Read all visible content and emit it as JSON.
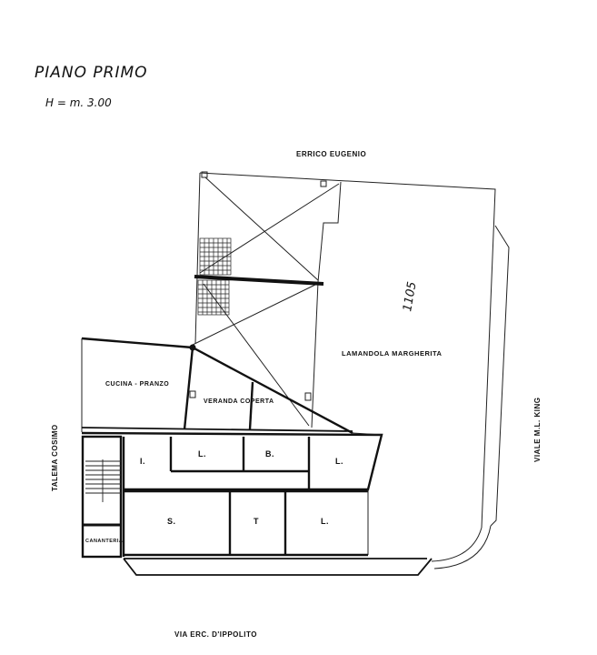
{
  "header": {
    "title": "PIANO PRIMO",
    "subtitle": "H = m. 3.00"
  },
  "streets": {
    "top": "ERRICO EUGENIO",
    "left": "TALEMA COSIMO",
    "right": "VIALE M.L. KING",
    "bottom": "VIA ERC. D'IPPOLITO"
  },
  "parcel": {
    "owner": "LAMANDOLA MARGHERITA",
    "number": "1105"
  },
  "rooms": {
    "kitchen": "CUCINA - PRANZO",
    "veranda": "VERANDA COPERTA",
    "r1": "I.",
    "r2": "L.",
    "bath": "B.",
    "r3": "L.",
    "living": "S.",
    "t": "T",
    "r4": "L.",
    "store": "CANANTERIA"
  },
  "colors": {
    "ink": "#111111",
    "paper": "#ffffff"
  }
}
